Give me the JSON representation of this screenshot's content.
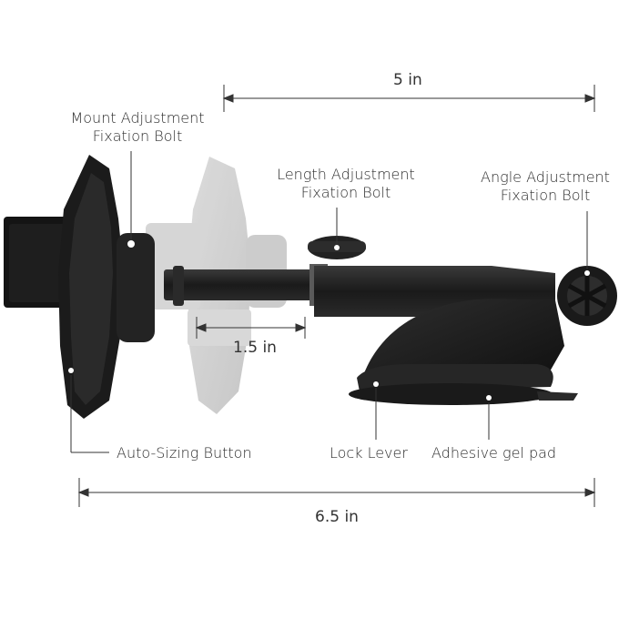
{
  "dimensions": {
    "top_width": "5 in",
    "extension": "1.5 in",
    "total_width": "6.5 in"
  },
  "labels": {
    "mount_adjustment": [
      "Mount Adjustment",
      "Fixation Bolt"
    ],
    "length_adjustment": [
      "Length Adjustment",
      "Fixation Bolt"
    ],
    "angle_adjustment": [
      "Angle Adjustment",
      "Fixation Bolt"
    ],
    "auto_sizing": "Auto-Sizing Button",
    "lock_lever": "Lock Lever",
    "adhesive_pad": "Adhesive gel pad"
  },
  "colors": {
    "product_dark": "#1c1c1c",
    "product_ghost": "#c8c8c8",
    "line": "#333333"
  }
}
